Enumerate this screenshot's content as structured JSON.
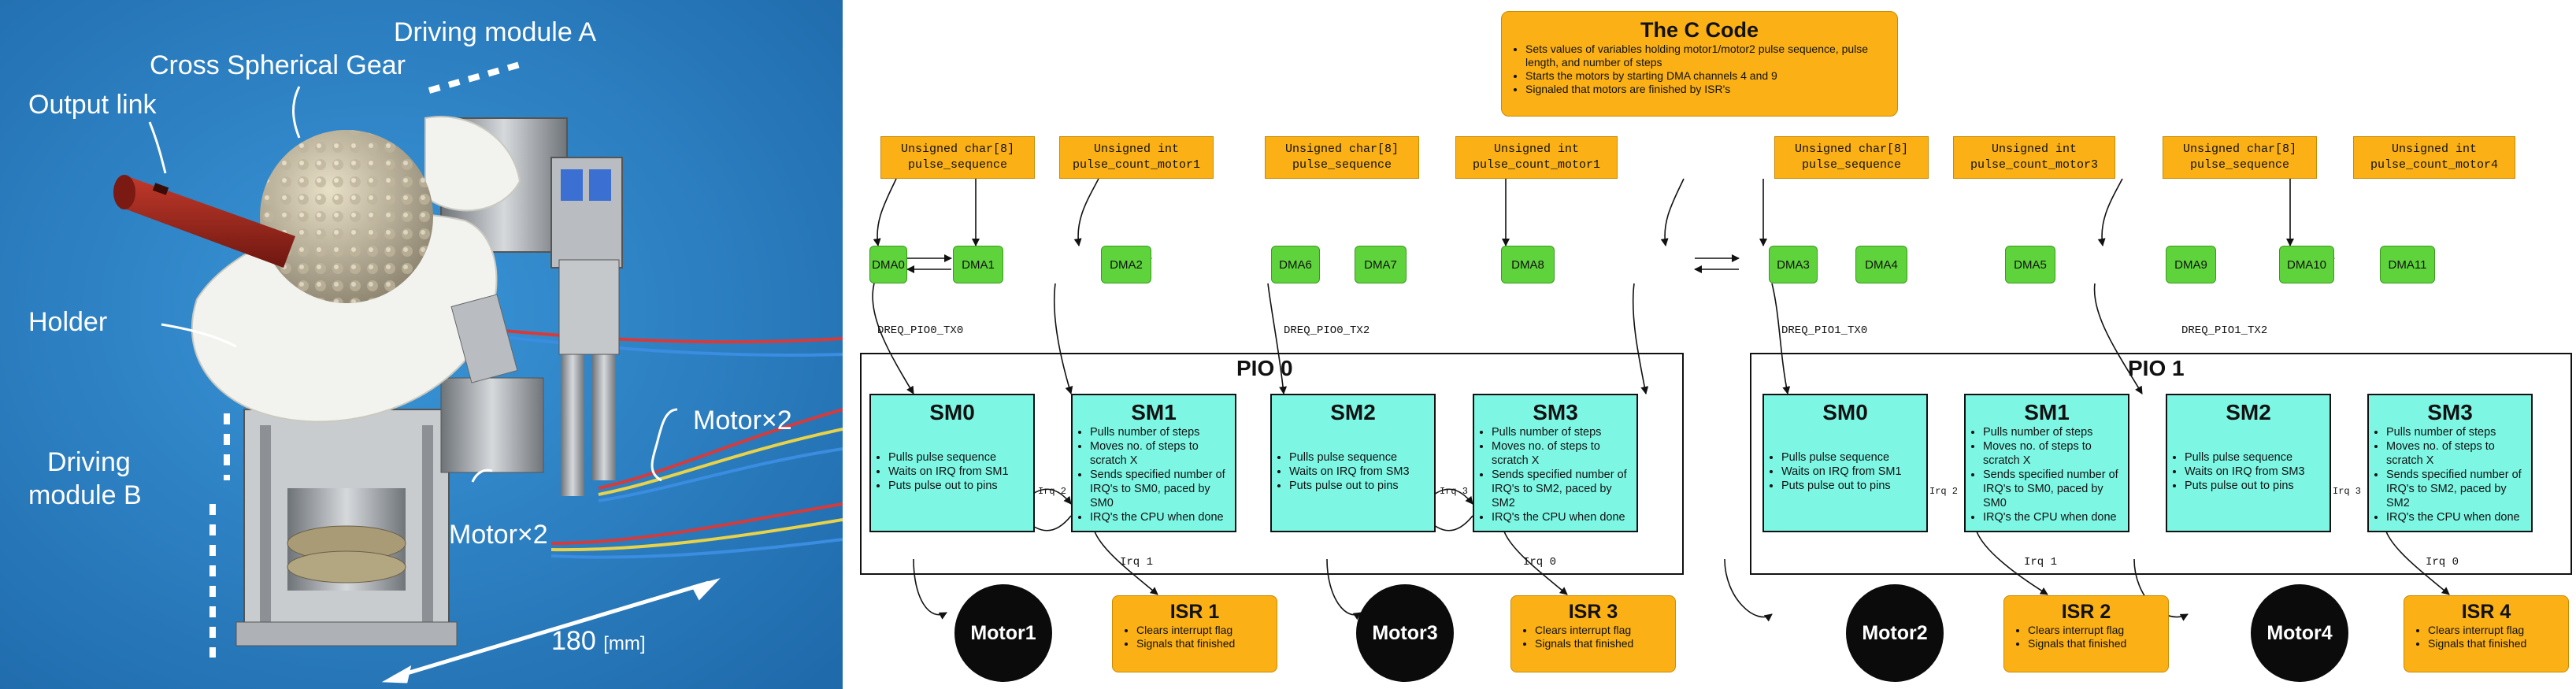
{
  "photo": {
    "labels": {
      "driving_module_a": "Driving module A",
      "cross_spherical_gear": "Cross Spherical Gear",
      "output_link": "Output link",
      "holder": "Holder",
      "driving_module_b_line1": "Driving",
      "driving_module_b_line2": "module B",
      "motor_x2_right": "Motor×2",
      "motor_x2_center": "Motor×2",
      "dimension_value": "180",
      "dimension_unit": "[mm]"
    }
  },
  "c_code": {
    "title": "The C Code",
    "bullets": [
      "Sets values of variables holding motor1/motor2 pulse sequence, pulse length, and number of steps",
      "Starts the motors by starting DMA channels 4 and 9",
      "Signaled that motors are finished by ISR's"
    ]
  },
  "variables": [
    {
      "type": "Unsigned char[8]",
      "name": "pulse_sequence"
    },
    {
      "type": "Unsigned int",
      "name": "pulse_count_motor1"
    },
    {
      "type": "Unsigned char[8]",
      "name": "pulse_sequence"
    },
    {
      "type": "Unsigned int",
      "name": "pulse_count_motor1"
    },
    {
      "type": "Unsigned char[8]",
      "name": "pulse_sequence"
    },
    {
      "type": "Unsigned int",
      "name": "pulse_count_motor3"
    },
    {
      "type": "Unsigned char[8]",
      "name": "pulse_sequence"
    },
    {
      "type": "Unsigned int",
      "name": "pulse_count_motor4"
    }
  ],
  "dma": [
    "DMA0",
    "DMA1",
    "DMA2",
    "DMA6",
    "DMA7",
    "DMA8",
    "DMA3",
    "DMA4",
    "DMA5",
    "DMA9",
    "DMA10",
    "DMA11"
  ],
  "dreq": [
    "DREQ_PIO0_TX0",
    "DREQ_PIO0_TX2",
    "DREQ_PIO1_TX0",
    "DREQ_PIO1_TX2"
  ],
  "pio": [
    {
      "title": "PIO 0",
      "sm": [
        {
          "title": "SM0",
          "bullets": [
            "Pulls pulse sequence",
            "Waits on IRQ from SM1",
            "Puts pulse out to pins"
          ]
        },
        {
          "title": "SM1",
          "bullets": [
            "Pulls number of steps",
            "Moves no. of steps to scratch X",
            "Sends specified number of IRQ's to SM0, paced by SM0",
            "IRQ's the CPU when done"
          ]
        },
        {
          "title": "SM2",
          "bullets": [
            "Pulls pulse sequence",
            "Waits on IRQ from SM3",
            "Puts pulse out to pins"
          ]
        },
        {
          "title": "SM3",
          "bullets": [
            "Pulls number of steps",
            "Moves no. of steps to scratch X",
            "Sends specified number of IRQ's to SM2, paced by SM2",
            "IRQ's the CPU when done"
          ]
        }
      ],
      "irq_between": [
        "Irq 2",
        "Irq 3"
      ],
      "irq_out": [
        "Irq 1",
        "Irq 0"
      ]
    },
    {
      "title": "PIO 1",
      "sm": [
        {
          "title": "SM0",
          "bullets": [
            "Pulls pulse sequence",
            "Waits on IRQ from SM1",
            "Puts pulse out to pins"
          ]
        },
        {
          "title": "SM1",
          "bullets": [
            "Pulls number of steps",
            "Moves no. of steps to scratch X",
            "Sends specified number of IRQ's to SM0, paced by SM0",
            "IRQ's the CPU when done"
          ]
        },
        {
          "title": "SM2",
          "bullets": [
            "Pulls pulse sequence",
            "Waits on IRQ from SM3",
            "Puts pulse out to pins"
          ]
        },
        {
          "title": "SM3",
          "bullets": [
            "Pulls number of steps",
            "Moves no. of steps to scratch X",
            "Sends specified number of IRQ's to SM2, paced by SM2",
            "IRQ's the CPU when done"
          ]
        }
      ],
      "irq_between": [
        "Irq 2",
        "Irq 3"
      ],
      "irq_out": [
        "Irq 1",
        "Irq 0"
      ]
    }
  ],
  "motors": [
    "Motor1",
    "Motor3",
    "Motor2",
    "Motor4"
  ],
  "isrs": [
    {
      "title": "ISR 1",
      "bullets": [
        "Clears interrupt flag",
        "Signals that finished"
      ]
    },
    {
      "title": "ISR 3",
      "bullets": [
        "Clears interrupt flag",
        "Signals that finished"
      ]
    },
    {
      "title": "ISR 2",
      "bullets": [
        "Clears interrupt flag",
        "Signals that finished"
      ]
    },
    {
      "title": "ISR 4",
      "bullets": [
        "Clears interrupt flag",
        "Signals that finished"
      ]
    }
  ],
  "colors": {
    "photo_background": "#2a7fc4",
    "orange": "#fbb116",
    "green": "#5fd33b",
    "cyan": "#7df7e4",
    "motor": "#0b0b0b"
  }
}
